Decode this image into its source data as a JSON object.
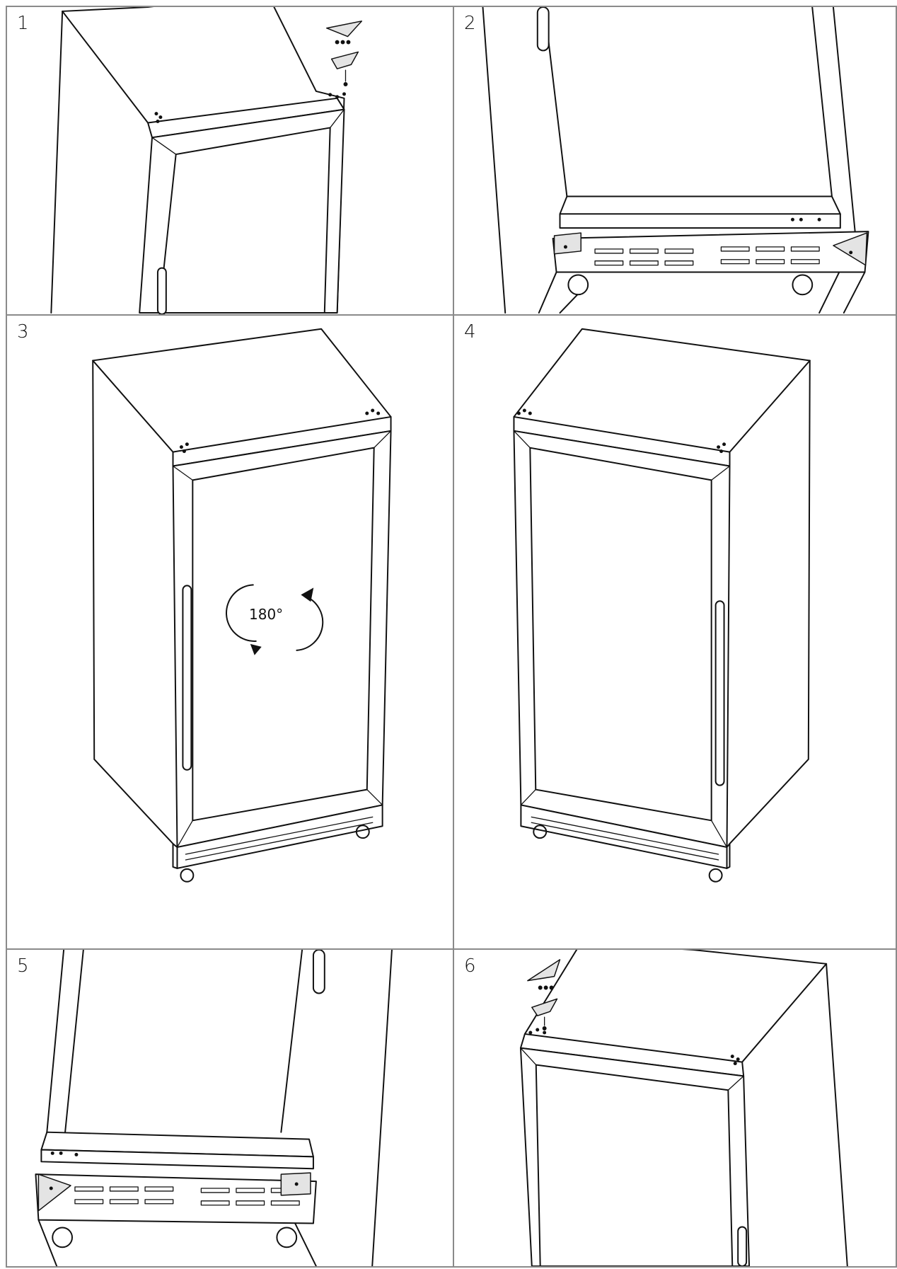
{
  "steps": [
    {
      "number": "1"
    },
    {
      "number": "2"
    },
    {
      "number": "3",
      "rotation_label": "180°"
    },
    {
      "number": "4"
    },
    {
      "number": "5"
    },
    {
      "number": "6"
    }
  ]
}
